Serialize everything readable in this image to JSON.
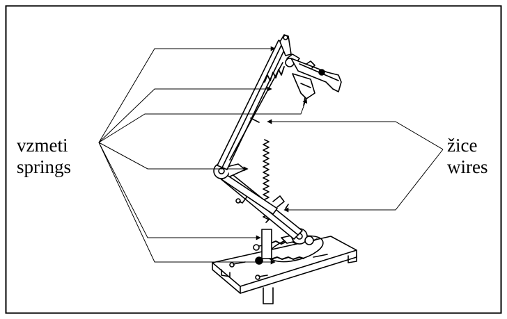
{
  "labels": {
    "left_line1": "vzmeti",
    "left_line2": "springs",
    "right_line1": "žice",
    "right_line2": "wires"
  },
  "colors": {
    "ink": "#000000",
    "background": "#ffffff"
  }
}
